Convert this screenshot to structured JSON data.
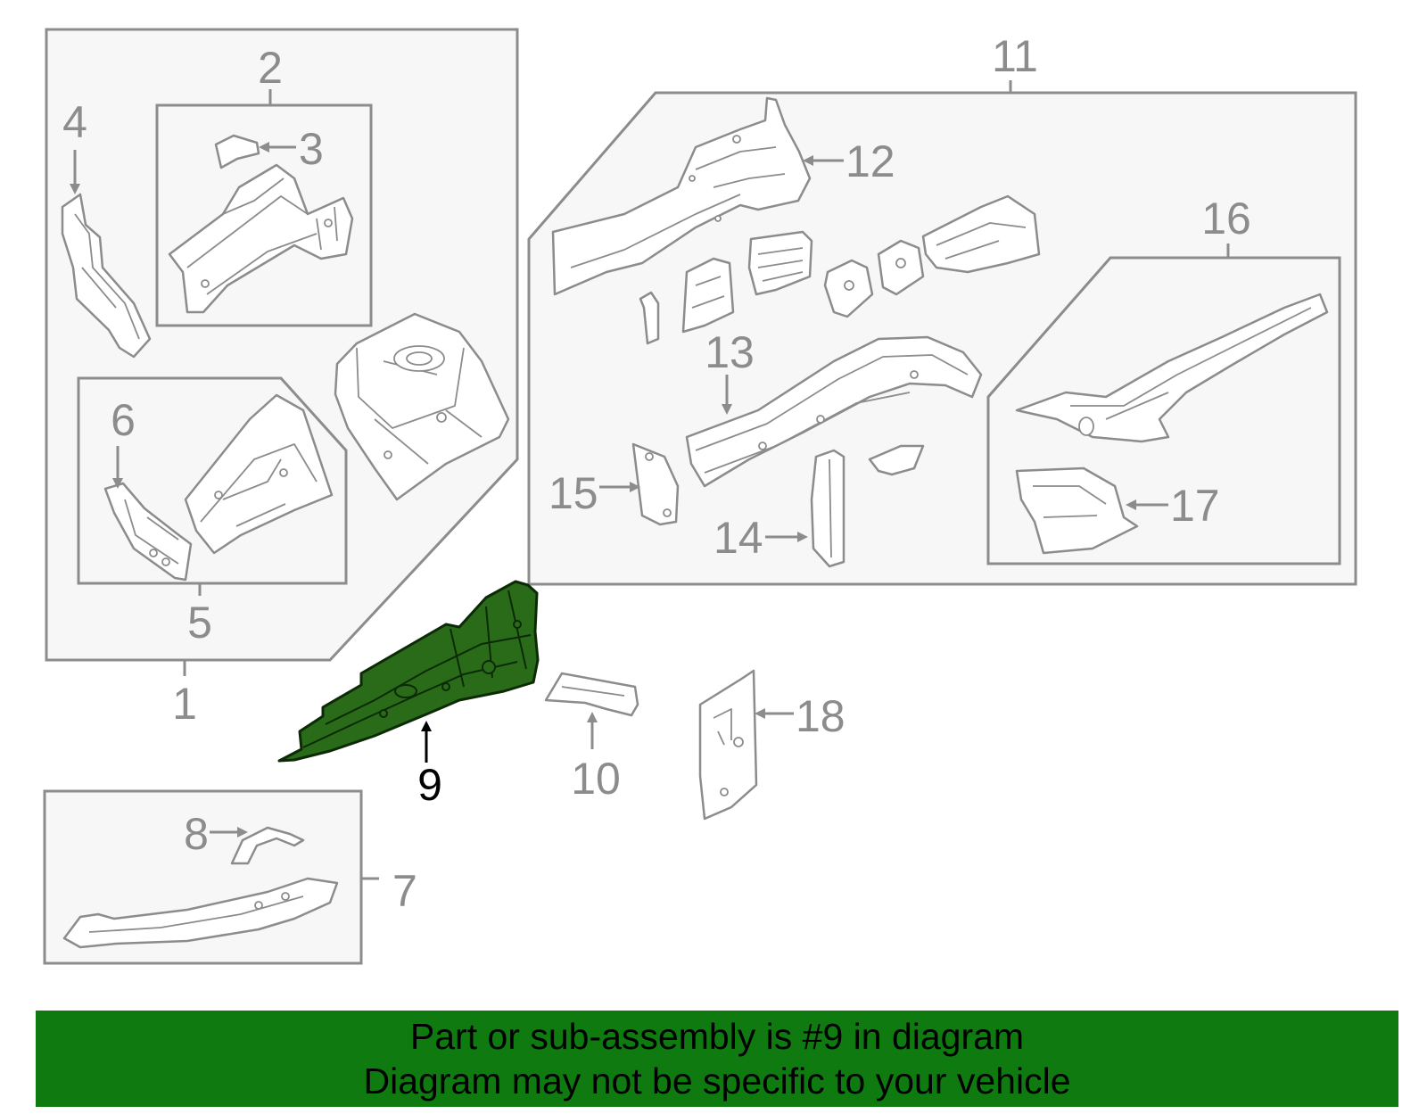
{
  "callouts": {
    "c1": "1",
    "c2": "2",
    "c3": "3",
    "c4": "4",
    "c5": "5",
    "c6": "6",
    "c7": "7",
    "c8": "8",
    "c9": "9",
    "c10": "10",
    "c11": "11",
    "c12": "12",
    "c13": "13",
    "c14": "14",
    "c15": "15",
    "c16": "16",
    "c17": "17",
    "c18": "18"
  },
  "highlighted_part": "9",
  "colors": {
    "highlight_fill": "#2a6b1a",
    "banner_background": "#0f7a0f",
    "line_art": "#8c8c8c",
    "group_box_fill": "#f7f7f7"
  },
  "banner": {
    "line1": "Part or sub-assembly is #9 in diagram",
    "line2": "Diagram may not be specific to your vehicle"
  }
}
